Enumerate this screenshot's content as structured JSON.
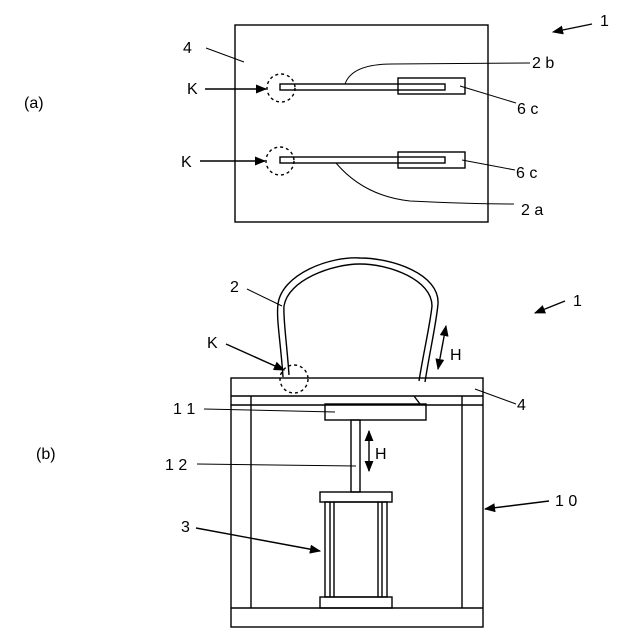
{
  "view_a": {
    "label": "(a)",
    "ref_assembly": "1",
    "ref_plate": "4",
    "ref_wire_top": "2 b",
    "ref_wire_bottom": "2 a",
    "ref_end_top": "6 c",
    "ref_end_bottom": "6 c",
    "ref_k_top": "K",
    "ref_k_bottom": "K"
  },
  "view_b": {
    "label": "(b)",
    "ref_assembly": "1",
    "ref_wire": "2",
    "ref_k": "K",
    "ref_h_top": "H",
    "ref_h_mid": "H",
    "ref_plate": "4",
    "ref_plunger": "1 1",
    "ref_rod": "1 2",
    "ref_cylinder": "3",
    "ref_frame": "1 0"
  }
}
